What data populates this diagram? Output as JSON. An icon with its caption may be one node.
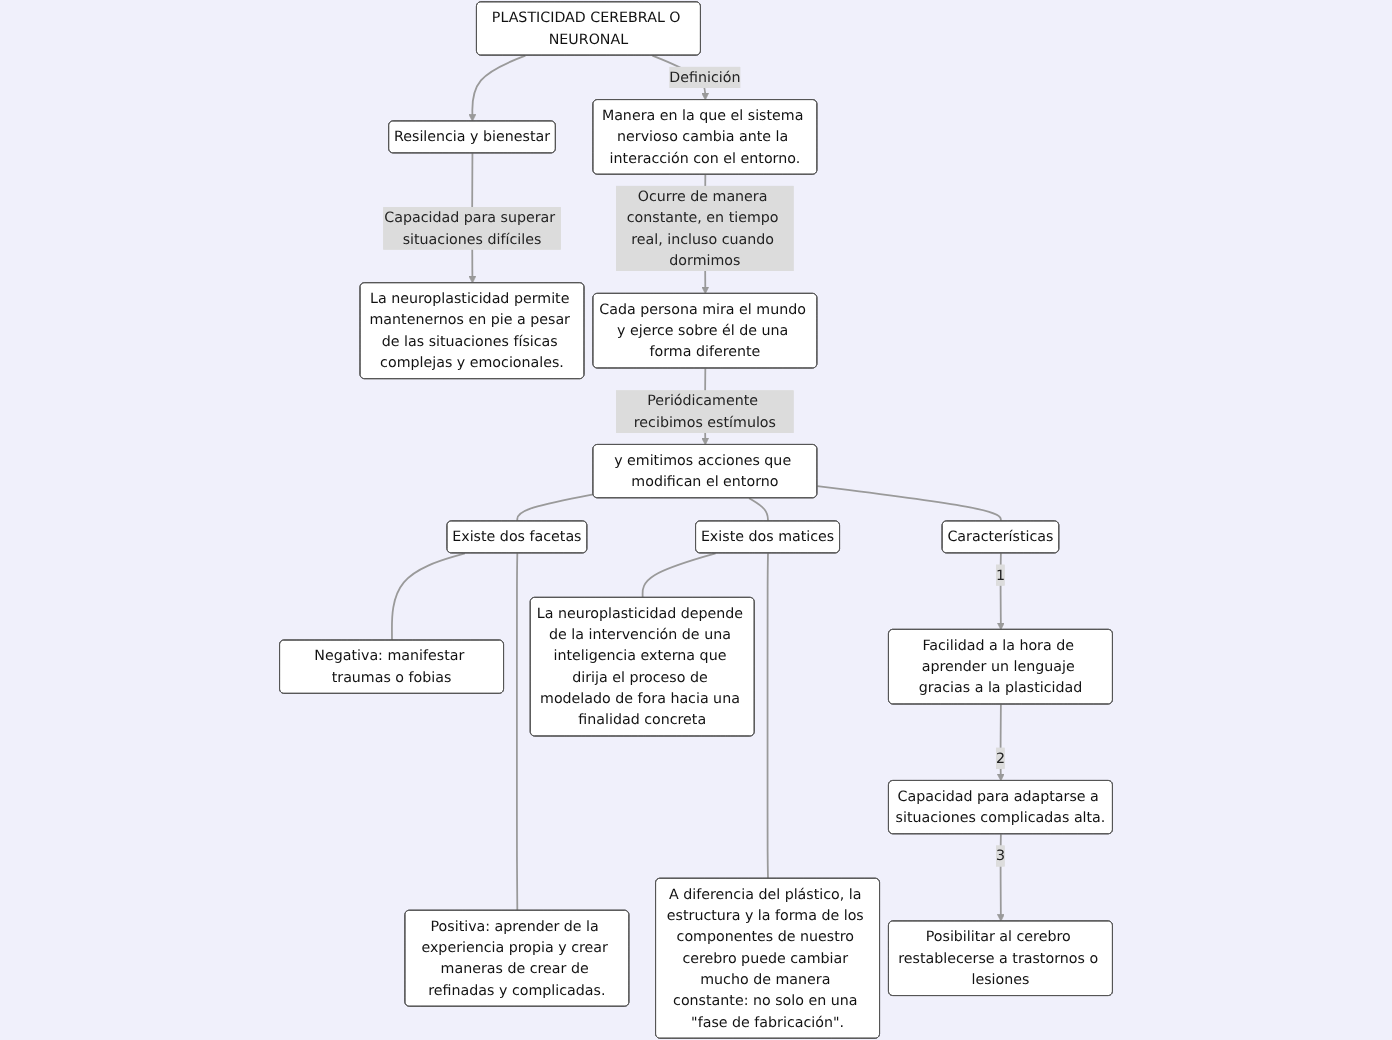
{
  "diagram": {
    "nodes": [
      {
        "text": [
          "PLASTICIDAD CEREBRAL O NEURONAL"
        ]
      },
      {
        "text": [
          "Resilencia y bienestar"
        ]
      },
      {
        "text": [
          "La neuroplasticidad permite mantenernos en pie a pesar de las situaciones físicas complejas y emocionales."
        ]
      },
      {
        "text": [
          "Manera en la que el sistema nervioso cambia ante la interacción con el entorno."
        ]
      },
      {
        "text": [
          "Cada persona mira el mundo y ejerce sobre él de una forma diferente"
        ]
      },
      {
        "text": [
          "y emitimos acciones que modifican el entorno"
        ]
      },
      {
        "text": [
          "Existe dos facetas"
        ]
      },
      {
        "text": [
          "Negativa: manifestar traumas o fobias"
        ]
      },
      {
        "text": [
          "Positiva: aprender de la experiencia propia y crear maneras de crear de refinadas y complicadas."
        ]
      },
      {
        "text": [
          "Existe dos matices"
        ]
      },
      {
        "text": [
          "La neuroplasticidad depende de la intervención de una inteligencia externa que dirija el proceso de modelado de fora hacia una finalidad concreta"
        ]
      },
      {
        "text": [
          "A diferencia del plástico, la estructura y la forma de los componentes de nuestro cerebro puede cambiar mucho de manera constante: no solo en una \"fase de fabricación\"."
        ]
      },
      {
        "text": [
          "Características"
        ]
      },
      {
        "text": [
          "Facilidad a la hora de aprender un lenguaje gracias a la plasticidad"
        ]
      },
      {
        "text": [
          "Capacidad para adaptarse a situaciones complicadas alta."
        ]
      },
      {
        "text": [
          "Posibilitar al cerebro restablecerse a trastornos o lesiones"
        ]
      }
    ],
    "edges": [
      {
        "from": 0,
        "to": 1,
        "arrow": "to"
      },
      {
        "from": 1,
        "to": 2,
        "arrow": "to",
        "label": "Capacidad para superar situaciones difíciles"
      },
      {
        "from": 0,
        "to": 3,
        "arrow": "to",
        "label": "Definición"
      },
      {
        "from": 3,
        "to": 4,
        "arrow": "to",
        "label": "Ocurre de manera constante, en tiempo real, incluso cuando dormimos"
      },
      {
        "from": 4,
        "to": 5,
        "arrow": "to",
        "label": "Periódicamente recibimos estímulos"
      },
      {
        "from": 5,
        "to": 6,
        "arrow": "none"
      },
      {
        "from": 6,
        "to": 7,
        "arrow": "none"
      },
      {
        "from": 6,
        "to": 8,
        "arrow": "none"
      },
      {
        "from": 5,
        "to": 9,
        "arrow": "none"
      },
      {
        "from": 9,
        "to": 10,
        "arrow": "none"
      },
      {
        "from": 9,
        "to": 11,
        "arrow": "none"
      },
      {
        "from": 5,
        "to": 12,
        "arrow": "none"
      },
      {
        "from": 12,
        "to": 13,
        "arrow": "to",
        "label": "1"
      },
      {
        "from": 13,
        "to": 14,
        "arrow": "to",
        "label": "2"
      },
      {
        "from": 14,
        "to": 15,
        "arrow": "to",
        "label": "3"
      }
    ]
  }
}
